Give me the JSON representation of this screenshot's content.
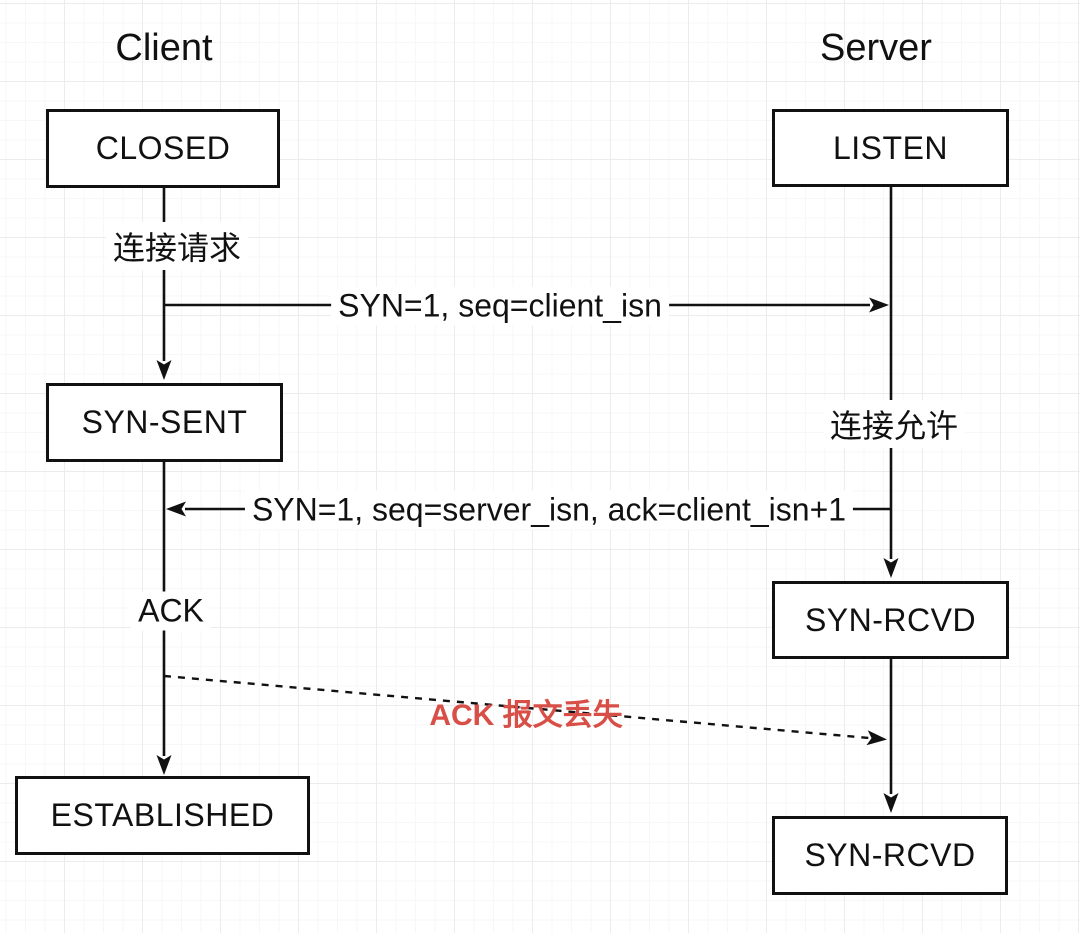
{
  "lanes": {
    "client": "Client",
    "server": "Server"
  },
  "states": {
    "closed": "CLOSED",
    "listen": "LISTEN",
    "syn_sent": "SYN-SENT",
    "syn_rcvd_1": "SYN-RCVD",
    "established": "ESTABLISHED",
    "syn_rcvd_2": "SYN-RCVD"
  },
  "messages": {
    "connection_request": "连接请求",
    "syn": "SYN=1, seq=client_isn",
    "connection_allowed": "连接允许",
    "syn_ack": "SYN=1, seq=server_isn, ack=client_isn+1",
    "ack": "ACK",
    "ack_lost": "ACK 报文丢失"
  },
  "theme": {
    "line-color": "#111111",
    "text-color": "#111111",
    "lost-red": "#d84f47",
    "bg": "#ffffff",
    "grid-minor": "#f7f7f9",
    "grid-major": "#ececef",
    "box-bg": "#ffffff"
  }
}
